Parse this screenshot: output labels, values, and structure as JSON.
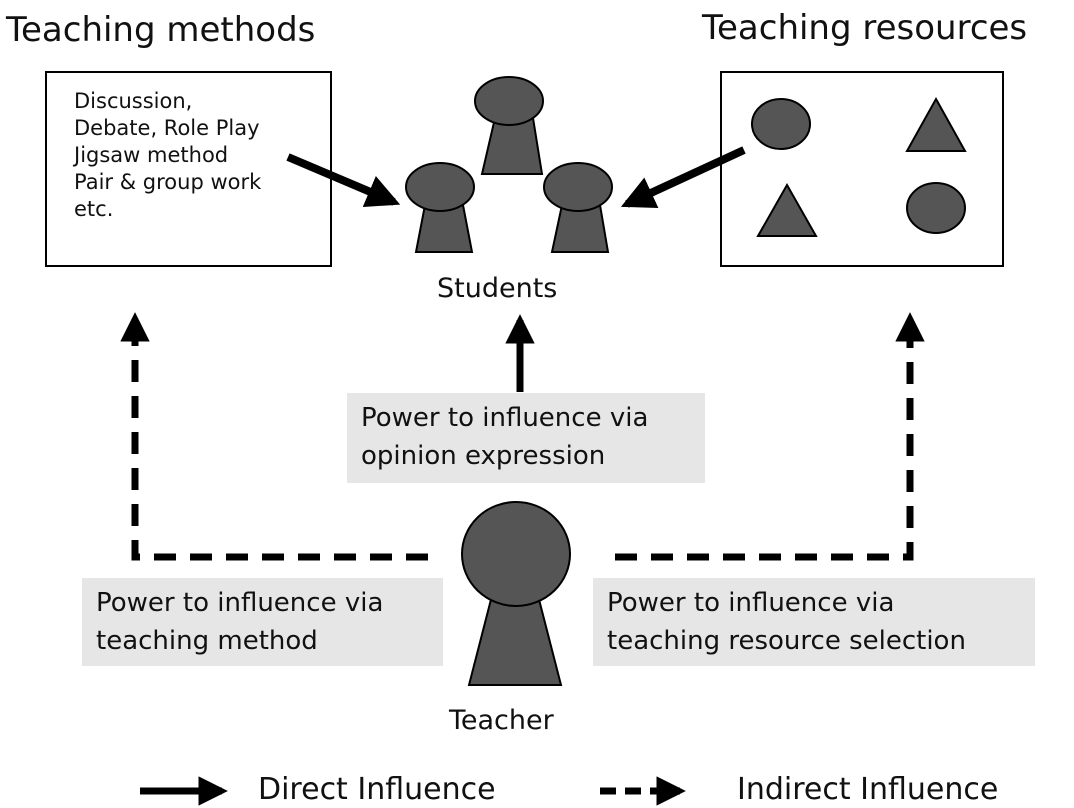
{
  "titles": {
    "methods": "Teaching methods",
    "resources": "Teaching resources"
  },
  "methods_box": {
    "lines": [
      "Discussion,",
      "Debate, Role Play",
      "Jigsaw method",
      "Pair & group work",
      "etc."
    ]
  },
  "labels": {
    "students": "Students",
    "teacher": "Teacher"
  },
  "notes": {
    "opinion": [
      "Power to influence via",
      "opinion expression"
    ],
    "method": [
      "Power to influence via",
      "teaching method"
    ],
    "resource": [
      "Power to influence via",
      "teaching resource selection"
    ]
  },
  "legend": {
    "direct": "Direct Influence",
    "indirect": "Indirect Influence"
  },
  "colors": {
    "figure_fill": "#555555",
    "note_bg": "#e6e6e6"
  }
}
